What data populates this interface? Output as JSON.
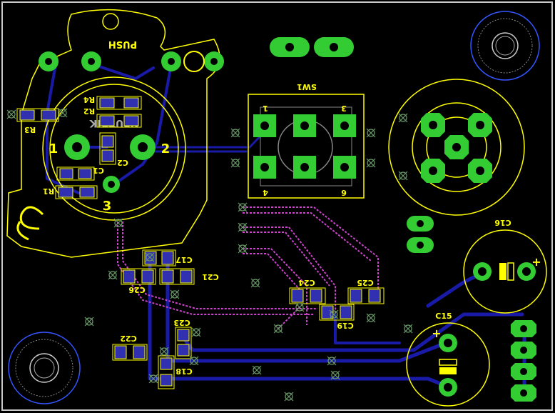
{
  "colors": {
    "background": "#000000",
    "outline": "#c8c8c8",
    "silkscreen": "#ffff00",
    "copper_bottom": "#1a1aa8",
    "pad_smd": "#3030b0",
    "pad_th": "#33cc33",
    "route_magenta": "#cc44cc",
    "via": "#6a9a6a",
    "hole_outline": "#3355ff"
  },
  "labels": {
    "push": "PUSH",
    "sw1": "SW1",
    "r1": "R1",
    "r2": "R2",
    "r3": "R3",
    "r4": "R4",
    "c1": "C1",
    "c2": "C2",
    "c15": "C15",
    "c16": "C16",
    "c17": "C17",
    "c18": "C18",
    "c19": "C19",
    "c21": "C21",
    "c22": "C22",
    "c23": "C23",
    "c24": "C24",
    "c25": "C25",
    "c26": "C26",
    "pin1": "1",
    "pin2": "2",
    "pin3": "3",
    "sw_pin1": "1",
    "sw_pin3": "3",
    "sw_pin4": "4",
    "sw_pin6": "6",
    "plus_c16": "+",
    "plus_c15": "+",
    "logo_text": "NEUTRIK"
  }
}
